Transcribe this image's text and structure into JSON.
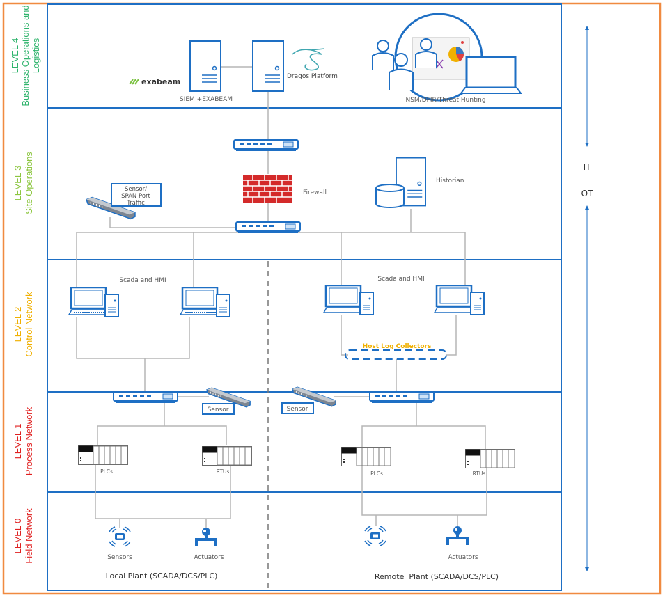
{
  "colors": {
    "frame": "#f08a40",
    "accent": "#1e6fc4",
    "level4": "#2db36b",
    "level3": "#8cc63f",
    "level2": "#f0b000",
    "level1": "#e02020",
    "level0": "#e02020",
    "firewall": "#d42a2a",
    "host_log": "#f0b000"
  },
  "levels": [
    {
      "title": "LEVEL 4",
      "subtitle": "Business Operations and",
      "subtitle2": "Logistics"
    },
    {
      "title": "LEVEL 3",
      "subtitle": "Site Operations"
    },
    {
      "title": "LEVEL 2",
      "subtitle": "Control Network"
    },
    {
      "title": "LEVEL 1",
      "subtitle": "Process Network"
    },
    {
      "title": "LEVEL 0",
      "subtitle": "Field Network"
    }
  ],
  "zones": {
    "it": "IT",
    "ot": "OT"
  },
  "level4": {
    "exabeam_logo": "exabeam",
    "siem_label": "SIEM +EXABEAM",
    "dragos_label": "Dragos Platform",
    "nsm_label": "NSM/DFIR/Threat Hunting"
  },
  "level3": {
    "sensor_label_1": "Sensor/",
    "sensor_label_2": "SPAN Port",
    "sensor_label_3": "Traffic",
    "firewall_label": "Firewall",
    "historian_label": "Historian"
  },
  "level2": {
    "scada_left": "Scada and HMI",
    "scada_right": "Scada and HMI",
    "host_log": "Host Log Collectors"
  },
  "level1": {
    "sensor_left": "Sensor",
    "sensor_right": "Sensor",
    "plc_left": "PLCs",
    "rtu_left": "RTUs",
    "plc_right": "PLCs",
    "rtu_right": "RTUs"
  },
  "level0": {
    "sensors_left": "Sensors",
    "actuators_left": "Actuators",
    "actuators_right": "Actuators",
    "local_plant": "Local Plant (SCADA/DCS/PLC)",
    "remote_plant": "Remote  Plant (SCADA/DCS/PLC)"
  }
}
